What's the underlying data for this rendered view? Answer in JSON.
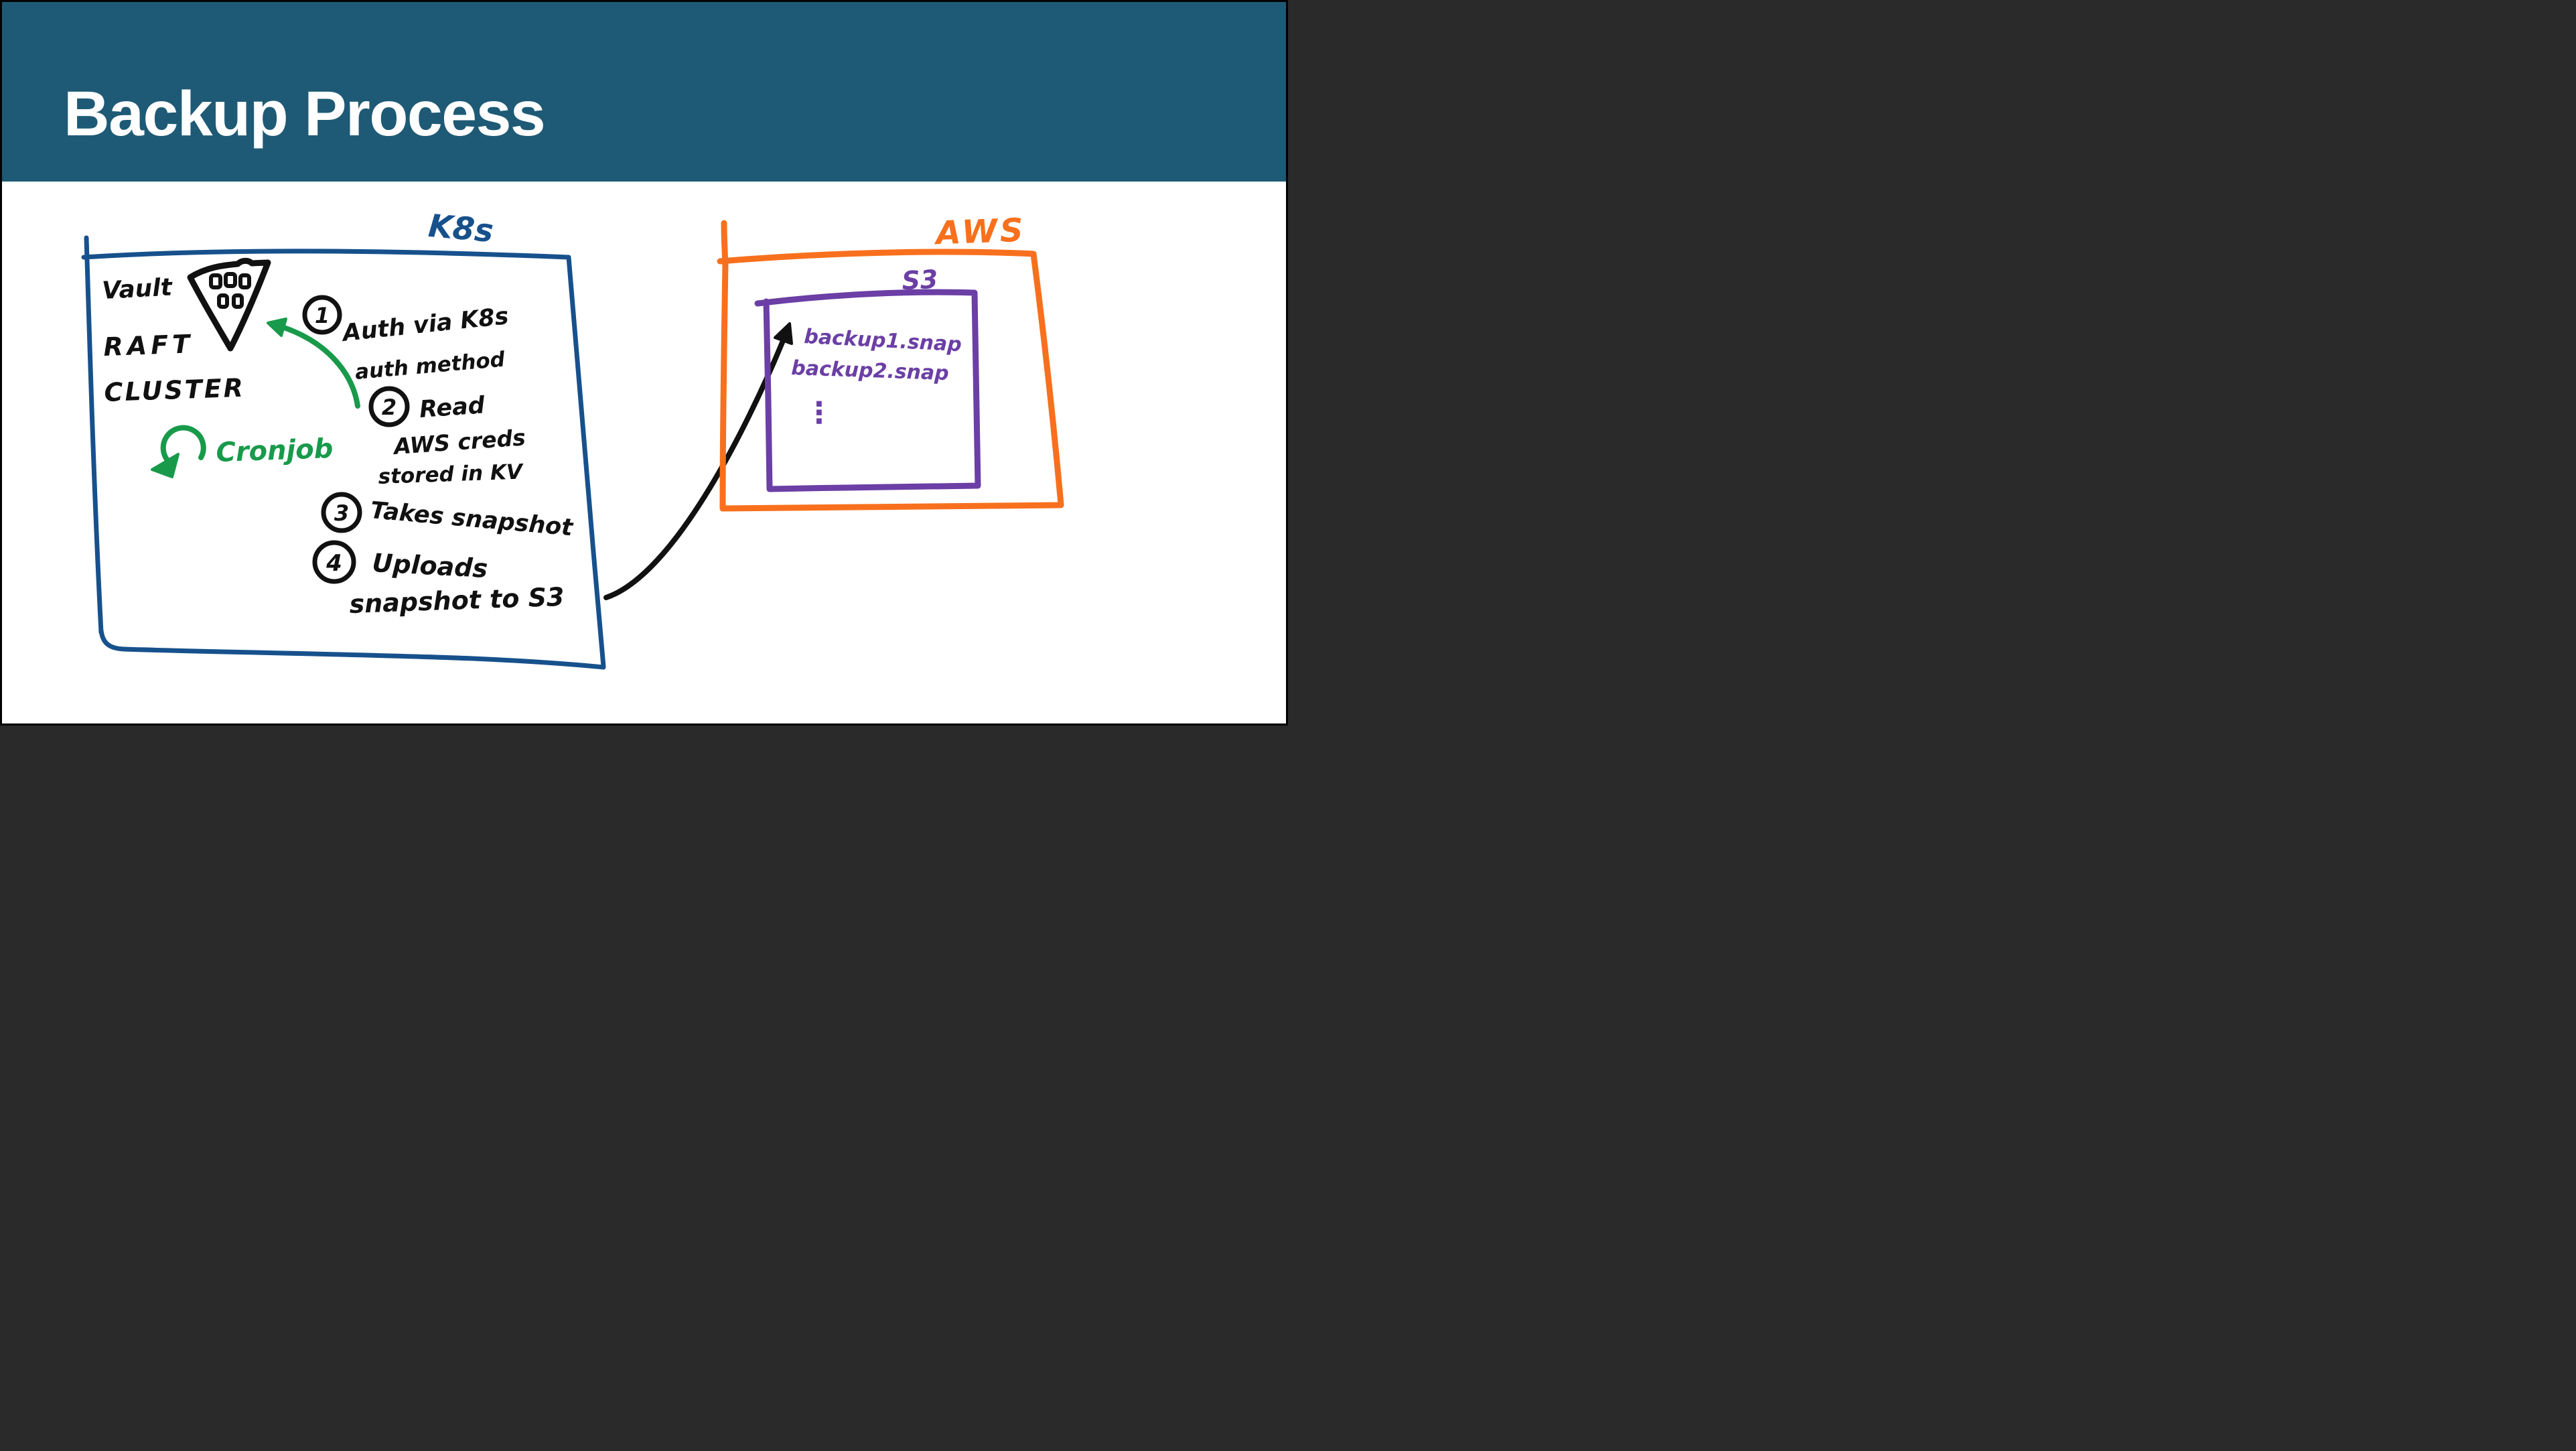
{
  "header": {
    "title": "Backup Process"
  },
  "diagram": {
    "k8s": {
      "label": "K8s"
    },
    "vault": {
      "line1": "Vault",
      "line2": "RAFT",
      "line3": "CLUSTER",
      "icon": "vault-raft-triangle-with-nodes"
    },
    "cronjob": {
      "label": "Cronjob",
      "icon": "loop-arrow"
    },
    "steps": [
      {
        "num": "1",
        "line1": "Auth via K8s",
        "line2": "auth method"
      },
      {
        "num": "2",
        "line1": "Read",
        "line2": "AWS creds",
        "line3": "stored in KV"
      },
      {
        "num": "3",
        "line1": "Takes snapshot"
      },
      {
        "num": "4",
        "line1": "Uploads",
        "line2": "snapshot to S3"
      }
    ],
    "aws": {
      "label": "AWS"
    },
    "s3": {
      "label": "S3",
      "file1": "backup1.snap",
      "file2": "backup2.snap",
      "more": "⋮"
    },
    "arrows": {
      "green_arrow": "cronjob-to-vault",
      "black_arrow": "snapshot-upload-to-s3"
    }
  },
  "colors": {
    "header_bg": "#1e5a75",
    "title_text": "#ffffff",
    "k8s_blue": "#17518c",
    "aws_orange": "#f8701d",
    "s3_purple": "#6b3fa5",
    "cronjob_green": "#189a4a",
    "ink_black": "#111111",
    "page_border": "#000000"
  }
}
